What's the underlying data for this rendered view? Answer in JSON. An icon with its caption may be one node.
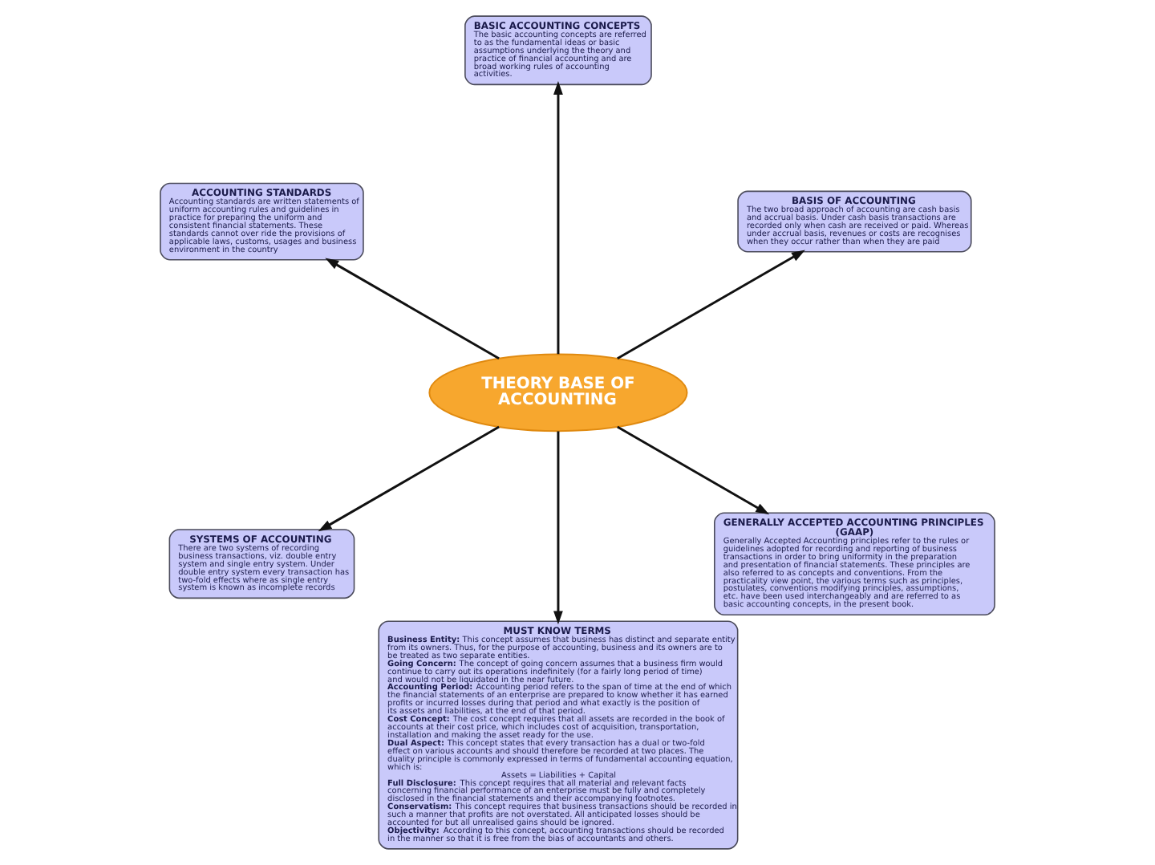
{
  "diagram": {
    "nodes": [
      {
        "text": [
          "BASIS OF ACCOUNTING",
          "The two broad approach of accounting are cash basis and accrual basis. Under cash basis transactions are recorded only when cash are received or paid. Whereas under accrual basis, revenues or costs are recognises when they occur rather than when they are paid"
        ]
      },
      {
        "text": [
          "BASIC ACCOUNTING CONCEPTS",
          "The basic accounting concepts are referred to as the fundamental ideas or basic assumptions underlying the theory and practice of financial accounting and are broad working rules of accounting activities."
        ]
      },
      {
        "text": [
          "ACCOUNTING STANDARDS",
          "Accounting standards are written statements of uniform accounting rules and guidelines in practice for preparing the uniform and consistent financial statements. These standards cannot over ride the provisions of applicable laws, customs, usages and business environment in the country"
        ]
      },
      {
        "text": [
          "THEORY BASE OF ACCOUNTING"
        ]
      },
      {
        "text": [
          "SYSTEMS OF ACCOUNTING",
          "There are two systems of recording business transactions, viz. double entry system and single entry system. Under double entry system every transaction has two-fold effects where as single entry system is known as incomplete records"
        ]
      },
      {
        "text": [
          "MUST KNOW TERMS",
          "**Business Entity:** This concept assumes that business has distinct and separate entity from its owners. Thus, for the purpose of accounting, business and its owners are to be treated as two separate entities.",
          "**Going Concern:** The concept of going concern assumes that a business firm would continue to carry out its operations indefinitely (for a fairly long period of time) and would not be liquidated in the near future.",
          "**Accounting Period:** Accounting period refers to the span of time at the end of which the financial statements of an enterprise are prepared to know whether it has earned profits or incurred losses during that period and what exactly is the position of its assets and liabilities, at the end of that period.",
          "**Cost Concept:** The cost concept requires that all assets are recorded in the book of accounts at their cost price, which includes cost of acquisition, transportation, installation and making the asset ready for the use.",
          "**Dual Aspect:** This concept states that every transaction has a dual or two-fold effect on various accounts and should therefore be recorded at two places. The duality principle is commonly expressed in terms of fundamental accounting equation, which is:",
          "Assets = Liabilities + Capital",
          "**Full Disclosure:** This concept requires that all material and relevant facts concerning financial performance of an enterprise must be fully and completely disclosed in the financial statements and their accompanying footnotes.",
          "**Conservatism:** This concept requires that business transactions should be recorded in such a manner that profits are not overstated. All anticipated losses should be accounted for but all unrealised gains should be ignored.",
          "**Objectivity:** According to this concept, accounting transactions should be recorded in the manner so that it is free from the bias of accountants and others."
        ]
      },
      {
        "text": [
          "GENERALLY ACCEPTED ACCOUNTING PRINCIPLES (GAAP)",
          "Generally Accepted Accounting principles refer to the rules or guidelines adopted for recording and reporting of business transactions in order to bring uniformity in the preparation and presentation of financial statements. These principles are also referred to as concepts and conventions. From the practicality view point, the various terms such as principles, postulates, conventions modifying principles, assumptions, etc. have been used interchangeably and are referred to as basic accounting concepts, in the present book."
        ]
      }
    ],
    "edges": [
      {
        "from": 3,
        "to": 4,
        "arrow": "to"
      },
      {
        "from": 3,
        "to": 1,
        "arrow": "to"
      },
      {
        "from": 3,
        "to": 0,
        "arrow": "to"
      },
      {
        "from": 3,
        "to": 2,
        "arrow": "to"
      },
      {
        "from": 3,
        "to": 5,
        "arrow": "to"
      },
      {
        "from": 3,
        "to": 6,
        "arrow": "to"
      }
    ]
  }
}
